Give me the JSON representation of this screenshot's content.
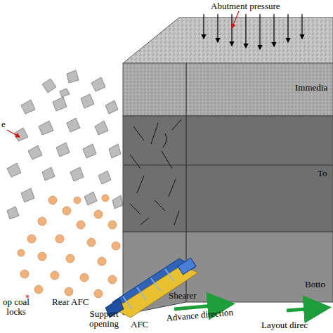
{
  "diagram": {
    "labels": [
      "Abutment pressure",
      "Immedia",
      "To",
      "Botto",
      "e",
      "op coal locks",
      "Rear AFC",
      "Support opening",
      "AFC",
      "Shearer",
      "Advance direction",
      "Layout direc"
    ]
  }
}
